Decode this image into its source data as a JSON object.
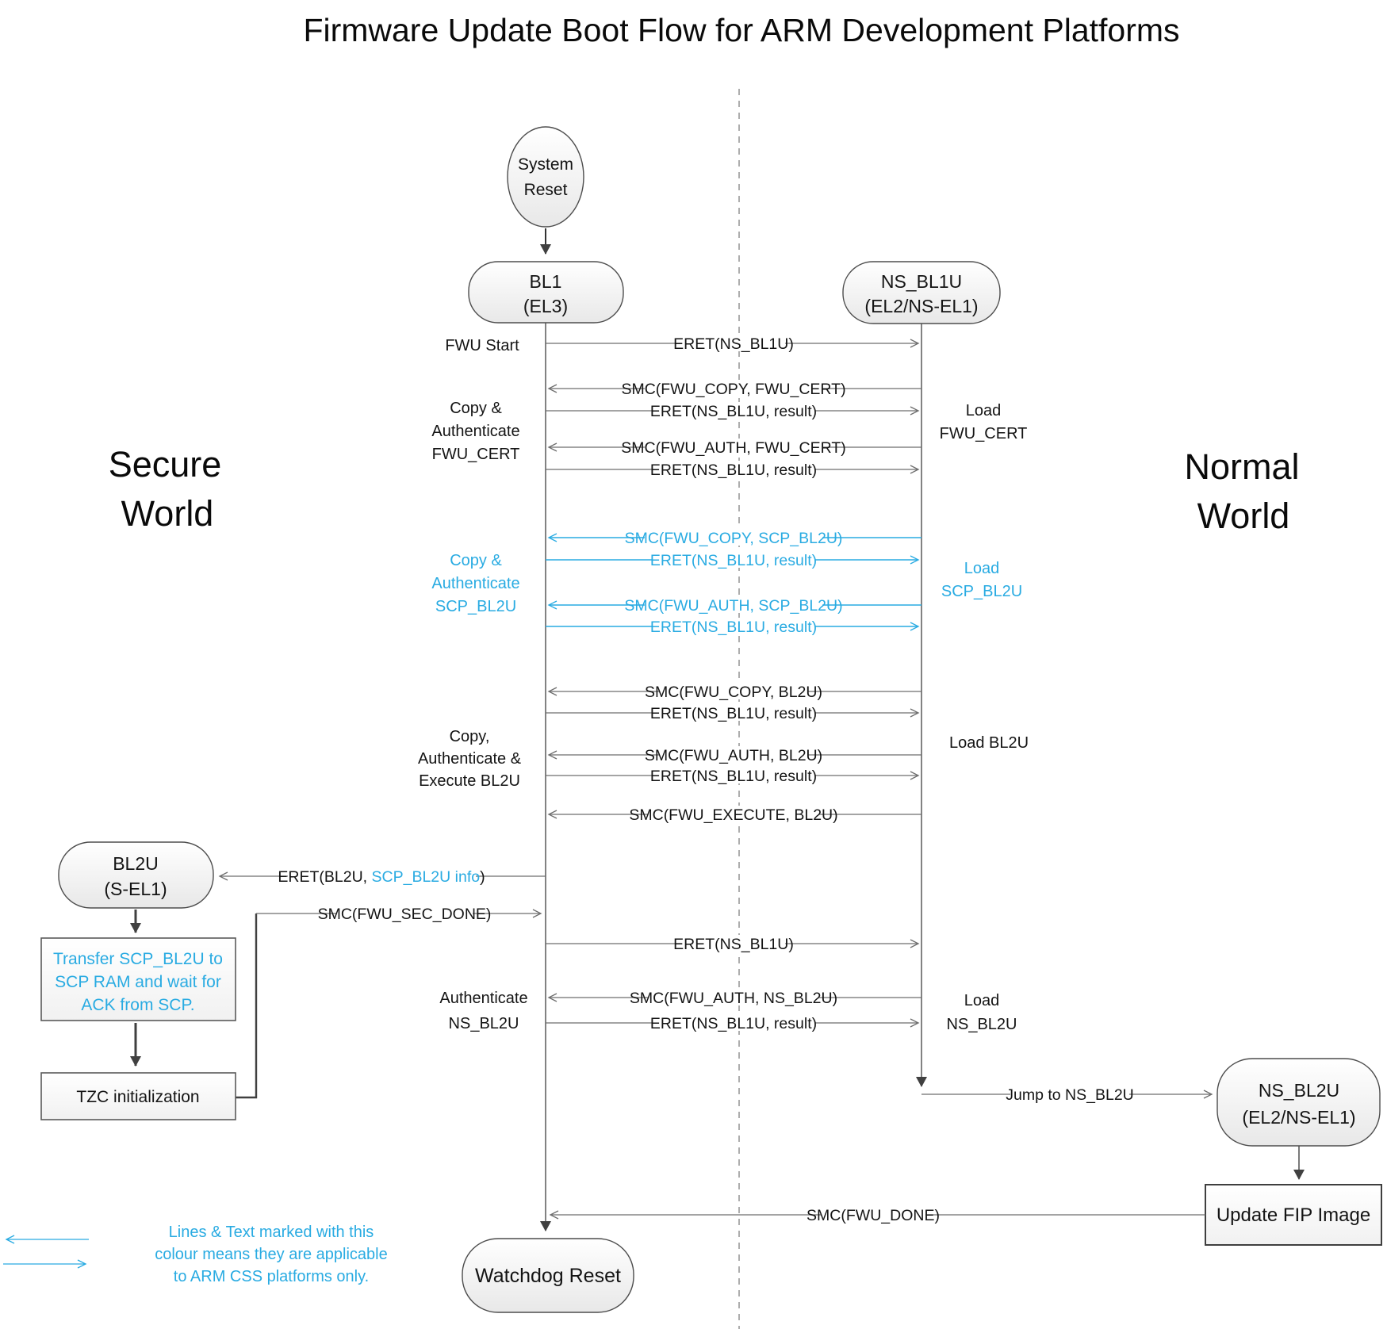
{
  "title": "Firmware Update Boot Flow for ARM Development Platforms",
  "colors": {
    "css_only_blue": "#29ABE2",
    "line_gray": "#6e6e6e",
    "text_black": "#141414"
  },
  "world_labels": {
    "secure": [
      "Secure",
      "World"
    ],
    "normal": [
      "Normal",
      "World"
    ]
  },
  "nodes": {
    "system_reset": [
      "System",
      "Reset"
    ],
    "bl1": [
      "BL1",
      "(EL3)"
    ],
    "ns_bl1u": [
      "NS_BL1U",
      "(EL2/NS-EL1)"
    ],
    "bl2u": [
      "BL2U",
      "(S-EL1)"
    ],
    "ns_bl2u": [
      "NS_BL2U",
      "(EL2/NS-EL1)"
    ],
    "watchdog_reset": "Watchdog Reset"
  },
  "boxes": {
    "transfer_scp": [
      "Transfer SCP_BL2U to",
      "SCP RAM and wait for",
      "ACK from SCP."
    ],
    "tzc_init": "TZC initialization",
    "update_fip": "Update FIP Image"
  },
  "messages": [
    {
      "label": "ERET(NS_BL1U)",
      "direction": "to-ns-bl1u",
      "css_only": false
    },
    {
      "label": "SMC(FWU_COPY, FWU_CERT)",
      "direction": "to-bl1",
      "css_only": false
    },
    {
      "label": "ERET(NS_BL1U, result)",
      "direction": "to-ns-bl1u",
      "css_only": false
    },
    {
      "label": "SMC(FWU_AUTH, FWU_CERT)",
      "direction": "to-bl1",
      "css_only": false
    },
    {
      "label": "ERET(NS_BL1U, result)",
      "direction": "to-ns-bl1u",
      "css_only": false
    },
    {
      "label": "SMC(FWU_COPY, SCP_BL2U)",
      "direction": "to-bl1",
      "css_only": true
    },
    {
      "label": "ERET(NS_BL1U, result)",
      "direction": "to-ns-bl1u",
      "css_only": true
    },
    {
      "label": "SMC(FWU_AUTH, SCP_BL2U)",
      "direction": "to-bl1",
      "css_only": true
    },
    {
      "label": "ERET(NS_BL1U, result)",
      "direction": "to-ns-bl1u",
      "css_only": true
    },
    {
      "label": "SMC(FWU_COPY, BL2U)",
      "direction": "to-bl1",
      "css_only": false
    },
    {
      "label": "ERET(NS_BL1U, result)",
      "direction": "to-ns-bl1u",
      "css_only": false
    },
    {
      "label": "SMC(FWU_AUTH, BL2U)",
      "direction": "to-bl1",
      "css_only": false
    },
    {
      "label": "ERET(NS_BL1U, result)",
      "direction": "to-ns-bl1u",
      "css_only": false
    },
    {
      "label": "SMC(FWU_EXECUTE, BL2U)",
      "direction": "to-bl1",
      "css_only": false
    },
    {
      "label": "ERET(NS_BL1U)",
      "direction": "to-ns-bl1u",
      "css_only": false
    },
    {
      "label": "SMC(FWU_AUTH, NS_BL2U)",
      "direction": "to-bl1",
      "css_only": false
    },
    {
      "label": "ERET(NS_BL1U, result)",
      "direction": "to-ns-bl1u",
      "css_only": false
    }
  ],
  "side_labels": {
    "fwu_start": "FWU Start",
    "copy_auth_fwu_cert": [
      "Copy &",
      "Authenticate",
      "FWU_CERT"
    ],
    "load_fwu_cert": [
      "Load",
      "FWU_CERT"
    ],
    "copy_auth_scp_bl2u": [
      "Copy &",
      "Authenticate",
      "SCP_BL2U"
    ],
    "load_scp_bl2u": [
      "Load",
      "SCP_BL2U"
    ],
    "copy_auth_exec_bl2u": [
      "Copy,",
      "Authenticate &",
      "Execute BL2U"
    ],
    "load_bl2u": "Load BL2U",
    "authenticate_ns_bl2u": [
      "Authenticate",
      "NS_BL2U"
    ],
    "load_ns_bl2u": [
      "Load",
      "NS_BL2U"
    ]
  },
  "flow_labels": {
    "eret_bl2u_prefix": "ERET(BL2U, ",
    "eret_bl2u_blue": "SCP_BL2U info",
    "eret_bl2u_suffix": ")",
    "smc_sec_done": "SMC(FWU_SEC_DONE)",
    "jump_ns_bl2u": "Jump to NS_BL2U",
    "smc_done": "SMC(FWU_DONE)"
  },
  "legend": {
    "lines": [
      "Lines & Text marked with this",
      "colour means they are applicable",
      "to ARM CSS platforms only."
    ]
  }
}
